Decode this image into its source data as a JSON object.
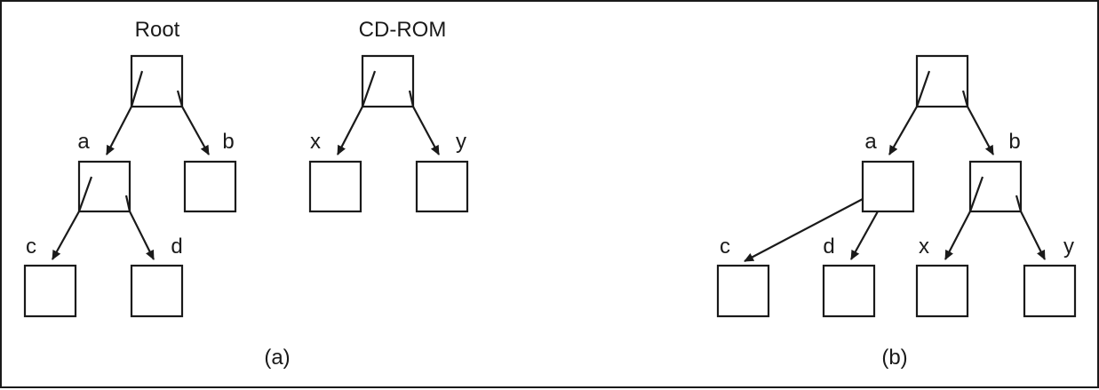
{
  "figure_a": {
    "title_root": "Root",
    "title_cdrom": "CD-ROM",
    "label_a": "a",
    "label_b": "b",
    "label_c": "c",
    "label_d": "d",
    "label_x": "x",
    "label_y": "y",
    "caption": "(a)"
  },
  "figure_b": {
    "label_a": "a",
    "label_b": "b",
    "label_c": "c",
    "label_d": "d",
    "label_x": "x",
    "label_y": "y",
    "caption": "(b)"
  },
  "colors": {
    "stroke": "#1a1a1a",
    "background": "#ffffff"
  }
}
